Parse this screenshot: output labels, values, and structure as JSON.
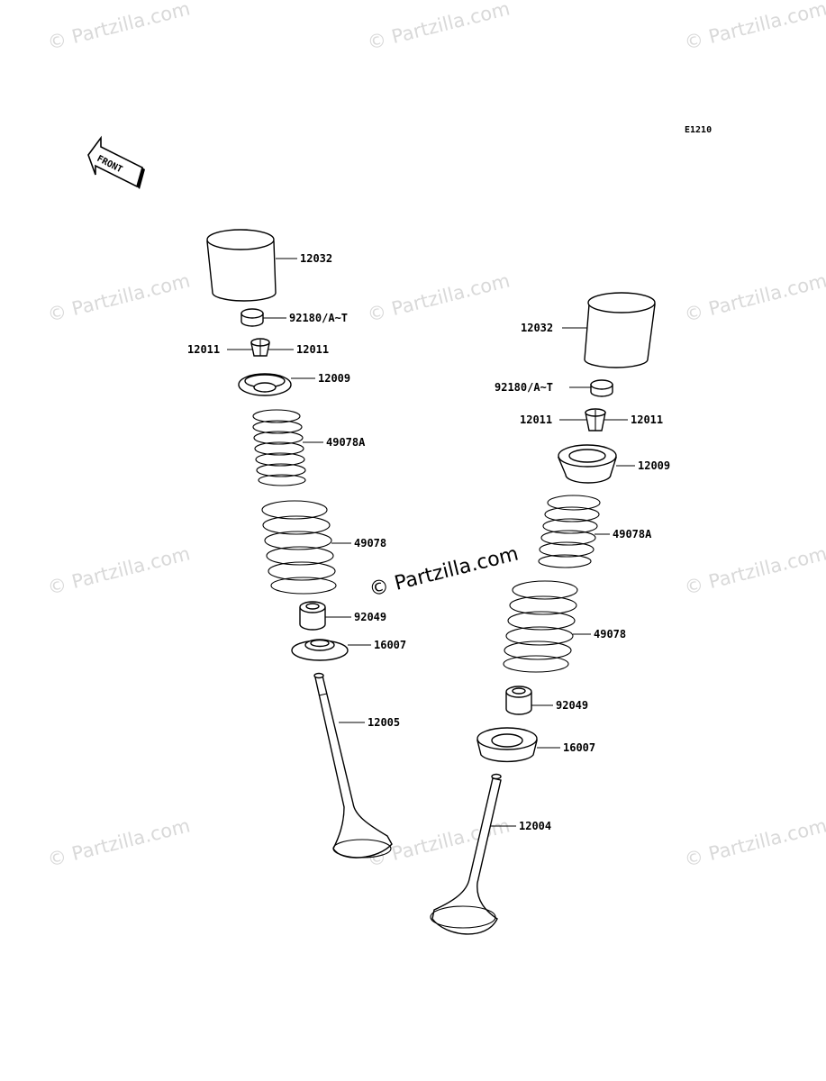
{
  "diagram_code": "E1210",
  "front_label": "FRONT",
  "watermark": "© Partzilla.com",
  "left_callouts": {
    "tappet": "12032",
    "shim": "92180/A~T",
    "cotter_left": "12011",
    "cotter_right": "12011",
    "retainer": "12009",
    "inner_spring": "49078A",
    "outer_spring": "49078",
    "stem_seal": "92049",
    "spring_seat": "16007",
    "valve": "12005"
  },
  "right_callouts": {
    "tappet": "12032",
    "shim": "92180/A~T",
    "cotter_left": "12011",
    "cotter_right": "12011",
    "retainer": "12009",
    "inner_spring": "49078A",
    "outer_spring": "49078",
    "stem_seal": "92049",
    "spring_seat": "16007",
    "valve": "12004"
  }
}
